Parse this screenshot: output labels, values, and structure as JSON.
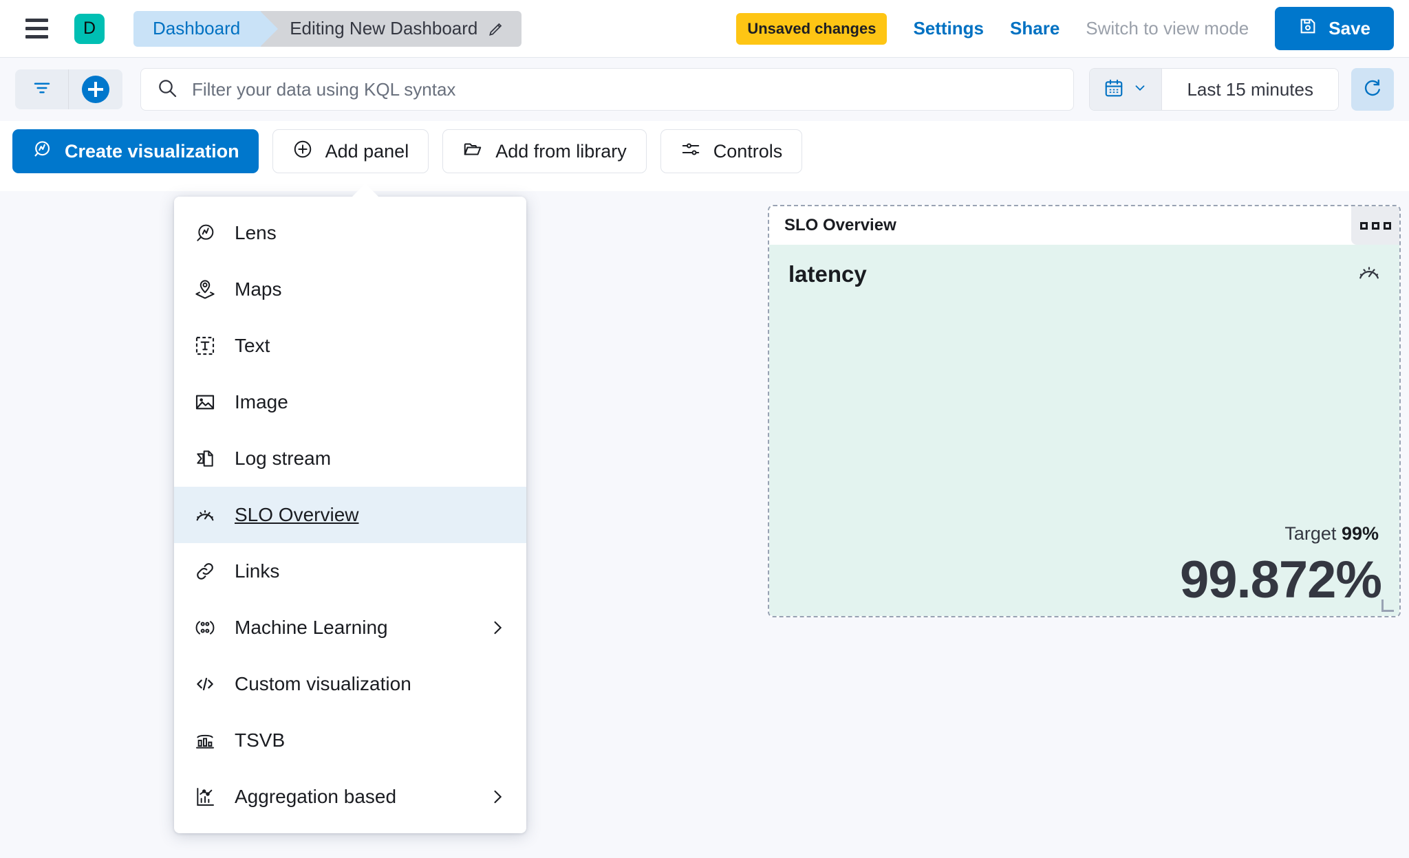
{
  "header": {
    "avatar_letter": "D",
    "breadcrumbs": [
      {
        "label": "Dashboard",
        "name": "breadcrumb-dashboard"
      },
      {
        "label": "Editing New Dashboard",
        "name": "breadcrumb-editing"
      }
    ],
    "unsaved_badge": "Unsaved changes",
    "settings_label": "Settings",
    "share_label": "Share",
    "view_mode_label": "Switch to view mode",
    "save_label": "Save",
    "accent_color": "#0077CC",
    "avatar_color": "#00BFB3",
    "badge_color": "#FEC514"
  },
  "querybar": {
    "search_placeholder": "Filter your data using KQL syntax",
    "search_value": "",
    "time_range": "Last 15 minutes"
  },
  "toolbar": {
    "create_visualization": "Create visualization",
    "add_panel": "Add panel",
    "add_from_library": "Add from library",
    "controls": "Controls"
  },
  "menu": {
    "items": [
      {
        "label": "Lens",
        "icon": "lens-icon",
        "arrow": false,
        "selected": false
      },
      {
        "label": "Maps",
        "icon": "maps-icon",
        "arrow": false,
        "selected": false
      },
      {
        "label": "Text",
        "icon": "text-icon",
        "arrow": false,
        "selected": false
      },
      {
        "label": "Image",
        "icon": "image-icon",
        "arrow": false,
        "selected": false
      },
      {
        "label": "Log stream",
        "icon": "log-stream-icon",
        "arrow": false,
        "selected": false
      },
      {
        "label": "SLO Overview",
        "icon": "gauge-icon",
        "arrow": false,
        "selected": true
      },
      {
        "label": "Links",
        "icon": "links-icon",
        "arrow": false,
        "selected": false
      },
      {
        "label": "Machine Learning",
        "icon": "machine-learning-icon",
        "arrow": true,
        "selected": false
      },
      {
        "label": "Custom visualization",
        "icon": "code-icon",
        "arrow": false,
        "selected": false
      },
      {
        "label": "TSVB",
        "icon": "tsvb-icon",
        "arrow": false,
        "selected": false
      },
      {
        "label": "Aggregation based",
        "icon": "aggregation-icon",
        "arrow": true,
        "selected": false
      }
    ]
  },
  "slo_panel": {
    "title": "SLO Overview",
    "slo_name": "latency",
    "target_label": "Target",
    "target_value": "99%",
    "current_value": "99.872%",
    "background_color": "#E3F3EF"
  }
}
